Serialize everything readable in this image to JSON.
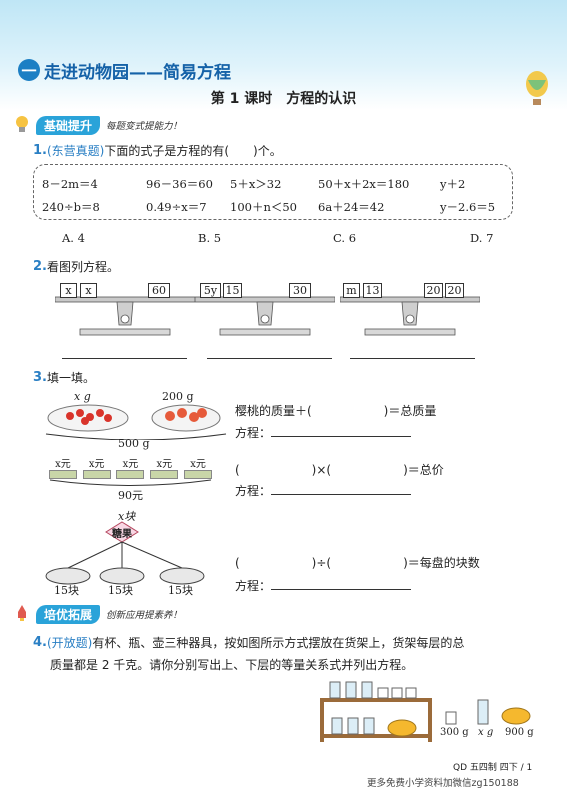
{
  "header": {
    "unit_num": "一",
    "unit_title": "走进动物园——简易方程",
    "lesson_title": "第 1 课时　方程的认识"
  },
  "section1": {
    "label": "基础提升",
    "slogan": "每题变式提能力！"
  },
  "q1": {
    "num": "1.",
    "tag": "(东营真题)",
    "text": "下面的式子是方程的有(　　)个。",
    "row1": [
      "8－2m＝4",
      "96－36＝60",
      "5＋x＞32",
      "50＋x＋2x＝180",
      "y＋2"
    ],
    "row2": [
      "240÷b＝8",
      "0.49÷x＝7",
      "100＋n＜50",
      "6a＋24＝42",
      "y－2.6＝5"
    ],
    "options": [
      "A. 4",
      "B. 5",
      "C. 6",
      "D. 7"
    ]
  },
  "q2": {
    "num": "2.",
    "text": "看图列方程。",
    "s1_left": [
      "x",
      "x"
    ],
    "s1_right": [
      "60"
    ],
    "s2_left": [
      "5y",
      "15"
    ],
    "s2_right": [
      "30"
    ],
    "s3_left": [
      "m",
      "13"
    ],
    "s3_right": [
      "20",
      "20"
    ]
  },
  "q3": {
    "num": "3.",
    "text": "填一填。",
    "p1_left": "x g",
    "p1_right": "200 g",
    "p1_total": "500 g",
    "p1_line1": "樱桃的质量＋(　　　　　　)＝总质量",
    "p1_line2": "方程：",
    "price_items": [
      "x元",
      "x元",
      "x元",
      "x元",
      "x元"
    ],
    "p2_total": "90元",
    "p2_line1": "(　　　　　　)×(　　　　　　)＝总价",
    "p2_line2": "方程：",
    "candy_top": "x块",
    "candy_label": "糖果",
    "plates": [
      "15块",
      "15块",
      "15块"
    ],
    "p3_line1": "(　　　　　　)÷(　　　　　　)＝每盘的块数",
    "p3_line2": "方程："
  },
  "section2": {
    "label": "培优拓展",
    "slogan": "创新应用提素养！"
  },
  "q4": {
    "num": "4.",
    "tag": "(开放题)",
    "text1": "有杯、瓶、壶三种器具，按如图所示方式摆放在货架上，货架每层的总",
    "text2": "质量都是 2 千克。请你分别写出上、下层的等量关系式并列出方程。",
    "w_cup": "300 g",
    "w_bottle": "x g",
    "w_pot": "900 g"
  },
  "footer": {
    "code": "QD 五四制 四下 / 1",
    "watermark": "更多免费小学资料加微信zg150188"
  },
  "colors": {
    "accent": "#2a7fc4",
    "band": "#bfe6f6",
    "section": "#2aa3d9"
  }
}
